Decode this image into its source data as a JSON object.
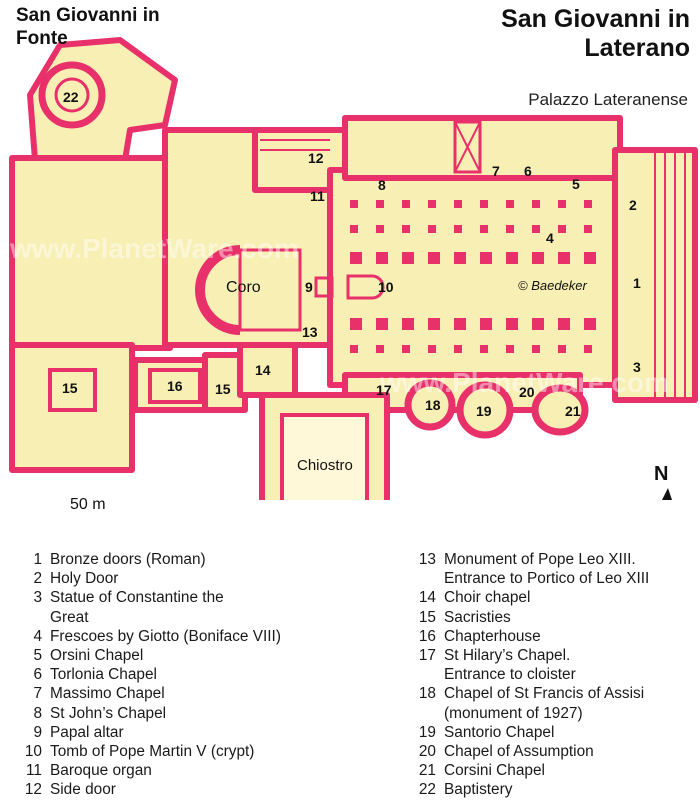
{
  "titles": {
    "left": "San Giovanni in Fonte",
    "right": "San Giovanni in Laterano",
    "subtitle": "Palazzo Lateranense"
  },
  "map_labels": {
    "coro": "Coro",
    "chiostro": "Chiostro",
    "baedeker": "© Baedeker",
    "watermark": "www.PlanetWare.com"
  },
  "scale": {
    "label": "50 m"
  },
  "north": "N",
  "colors": {
    "wall": "#e8316b",
    "fill": "#f8efb4",
    "ink": "#1a1a1a"
  },
  "numbers": [
    "1",
    "2",
    "3",
    "4",
    "5",
    "6",
    "7",
    "8",
    "9",
    "10",
    "11",
    "12",
    "13",
    "14",
    "15",
    "15",
    "16",
    "17",
    "18",
    "19",
    "20",
    "21",
    "22"
  ],
  "legend_left": [
    {
      "n": "1",
      "t": "Bronze doors (Roman)"
    },
    {
      "n": "2",
      "t": "Holy Door"
    },
    {
      "n": "3",
      "t": "Statue of Constantine the\nGreat"
    },
    {
      "n": "4",
      "t": "Frescoes by Giotto (Boniface VIII)"
    },
    {
      "n": "5",
      "t": "Orsini Chapel"
    },
    {
      "n": "6",
      "t": "Torlonia Chapel"
    },
    {
      "n": "7",
      "t": "Massimo Chapel"
    },
    {
      "n": "8",
      "t": "St John’s Chapel"
    },
    {
      "n": "9",
      "t": "Papal altar"
    },
    {
      "n": "10",
      "t": "Tomb of Pope Martin V (crypt)"
    },
    {
      "n": "11",
      "t": "Baroque organ"
    },
    {
      "n": "12",
      "t": "Side door"
    }
  ],
  "legend_right": [
    {
      "n": "13",
      "t": "Monument of Pope Leo XIII.\nEntrance to Portico of Leo XIII"
    },
    {
      "n": "14",
      "t": "Choir chapel"
    },
    {
      "n": "15",
      "t": "Sacristies"
    },
    {
      "n": "16",
      "t": "Chapterhouse"
    },
    {
      "n": "17",
      "t": "St Hilary’s Chapel.\nEntrance to cloister"
    },
    {
      "n": "18",
      "t": "Chapel of St Francis of Assisi\n(monument of 1927)"
    },
    {
      "n": "19",
      "t": "Santorio Chapel"
    },
    {
      "n": "20",
      "t": "Chapel of Assumption"
    },
    {
      "n": "21",
      "t": "Corsini Chapel"
    },
    {
      "n": "22",
      "t": "Baptistery"
    }
  ]
}
